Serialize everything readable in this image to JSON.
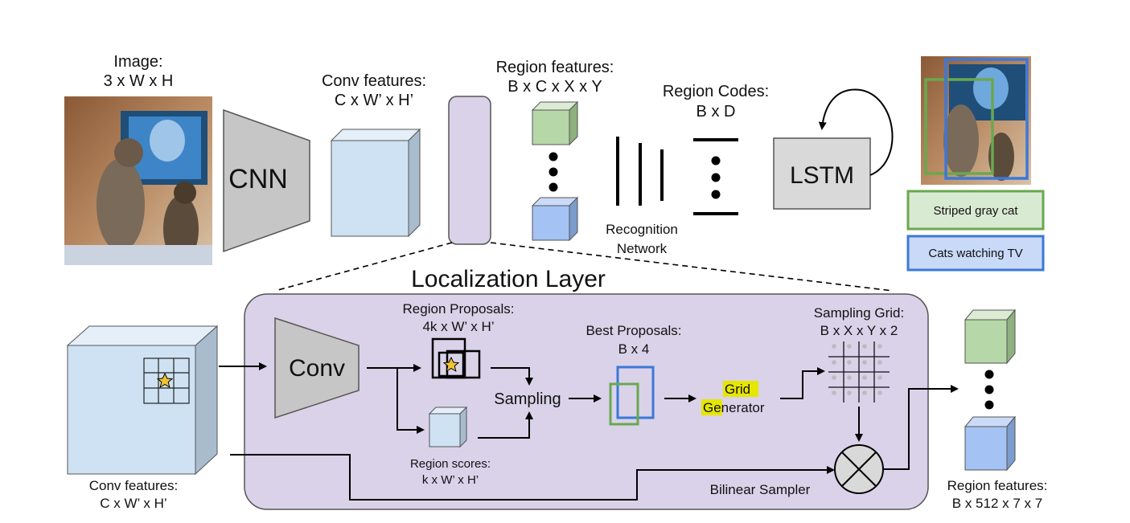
{
  "top": {
    "image_label": [
      "Image:",
      "3 x W x H"
    ],
    "cnn": "CNN",
    "conv_features": [
      "Conv features:",
      "C x W’ x H’"
    ],
    "region_features": [
      "Region features:",
      "B x C x X x Y"
    ],
    "region_codes": [
      "Region Codes:",
      "B x D"
    ],
    "recognition_network": [
      "Recognition",
      "Network"
    ],
    "lstm": "LSTM",
    "captions": [
      "Striped gray cat",
      "Cats watching TV"
    ]
  },
  "localization": {
    "title": "Localization Layer",
    "conv": "Conv",
    "region_proposals": [
      "Region Proposals:",
      "4k x W’ x H’"
    ],
    "region_scores": [
      "Region scores:",
      "k x W’ x H’"
    ],
    "sampling": "Sampling",
    "best_proposals": [
      "Best Proposals:",
      "B x 4"
    ],
    "grid_generator": [
      "Grid",
      "Generator"
    ],
    "sampling_grid": [
      "Sampling Grid:",
      "B x X x Y x 2"
    ],
    "bilinear_sampler": "Bilinear Sampler"
  },
  "bottom": {
    "conv_features": [
      "Conv features:",
      "C x W’ x H’"
    ],
    "region_features": [
      "Region features:",
      "B x 512 x 7 x 7"
    ]
  },
  "colors": {
    "loc_fill": "#d9d2e9",
    "cube_blue": "#cfe2f3",
    "cube_green": "#b6d7a8",
    "cube_dblue": "#a4c2f4",
    "caption_green": "#6aa84f",
    "caption_blue": "#3c78d8",
    "highlight": "#e6e600",
    "gray": "#c6c6c6"
  }
}
